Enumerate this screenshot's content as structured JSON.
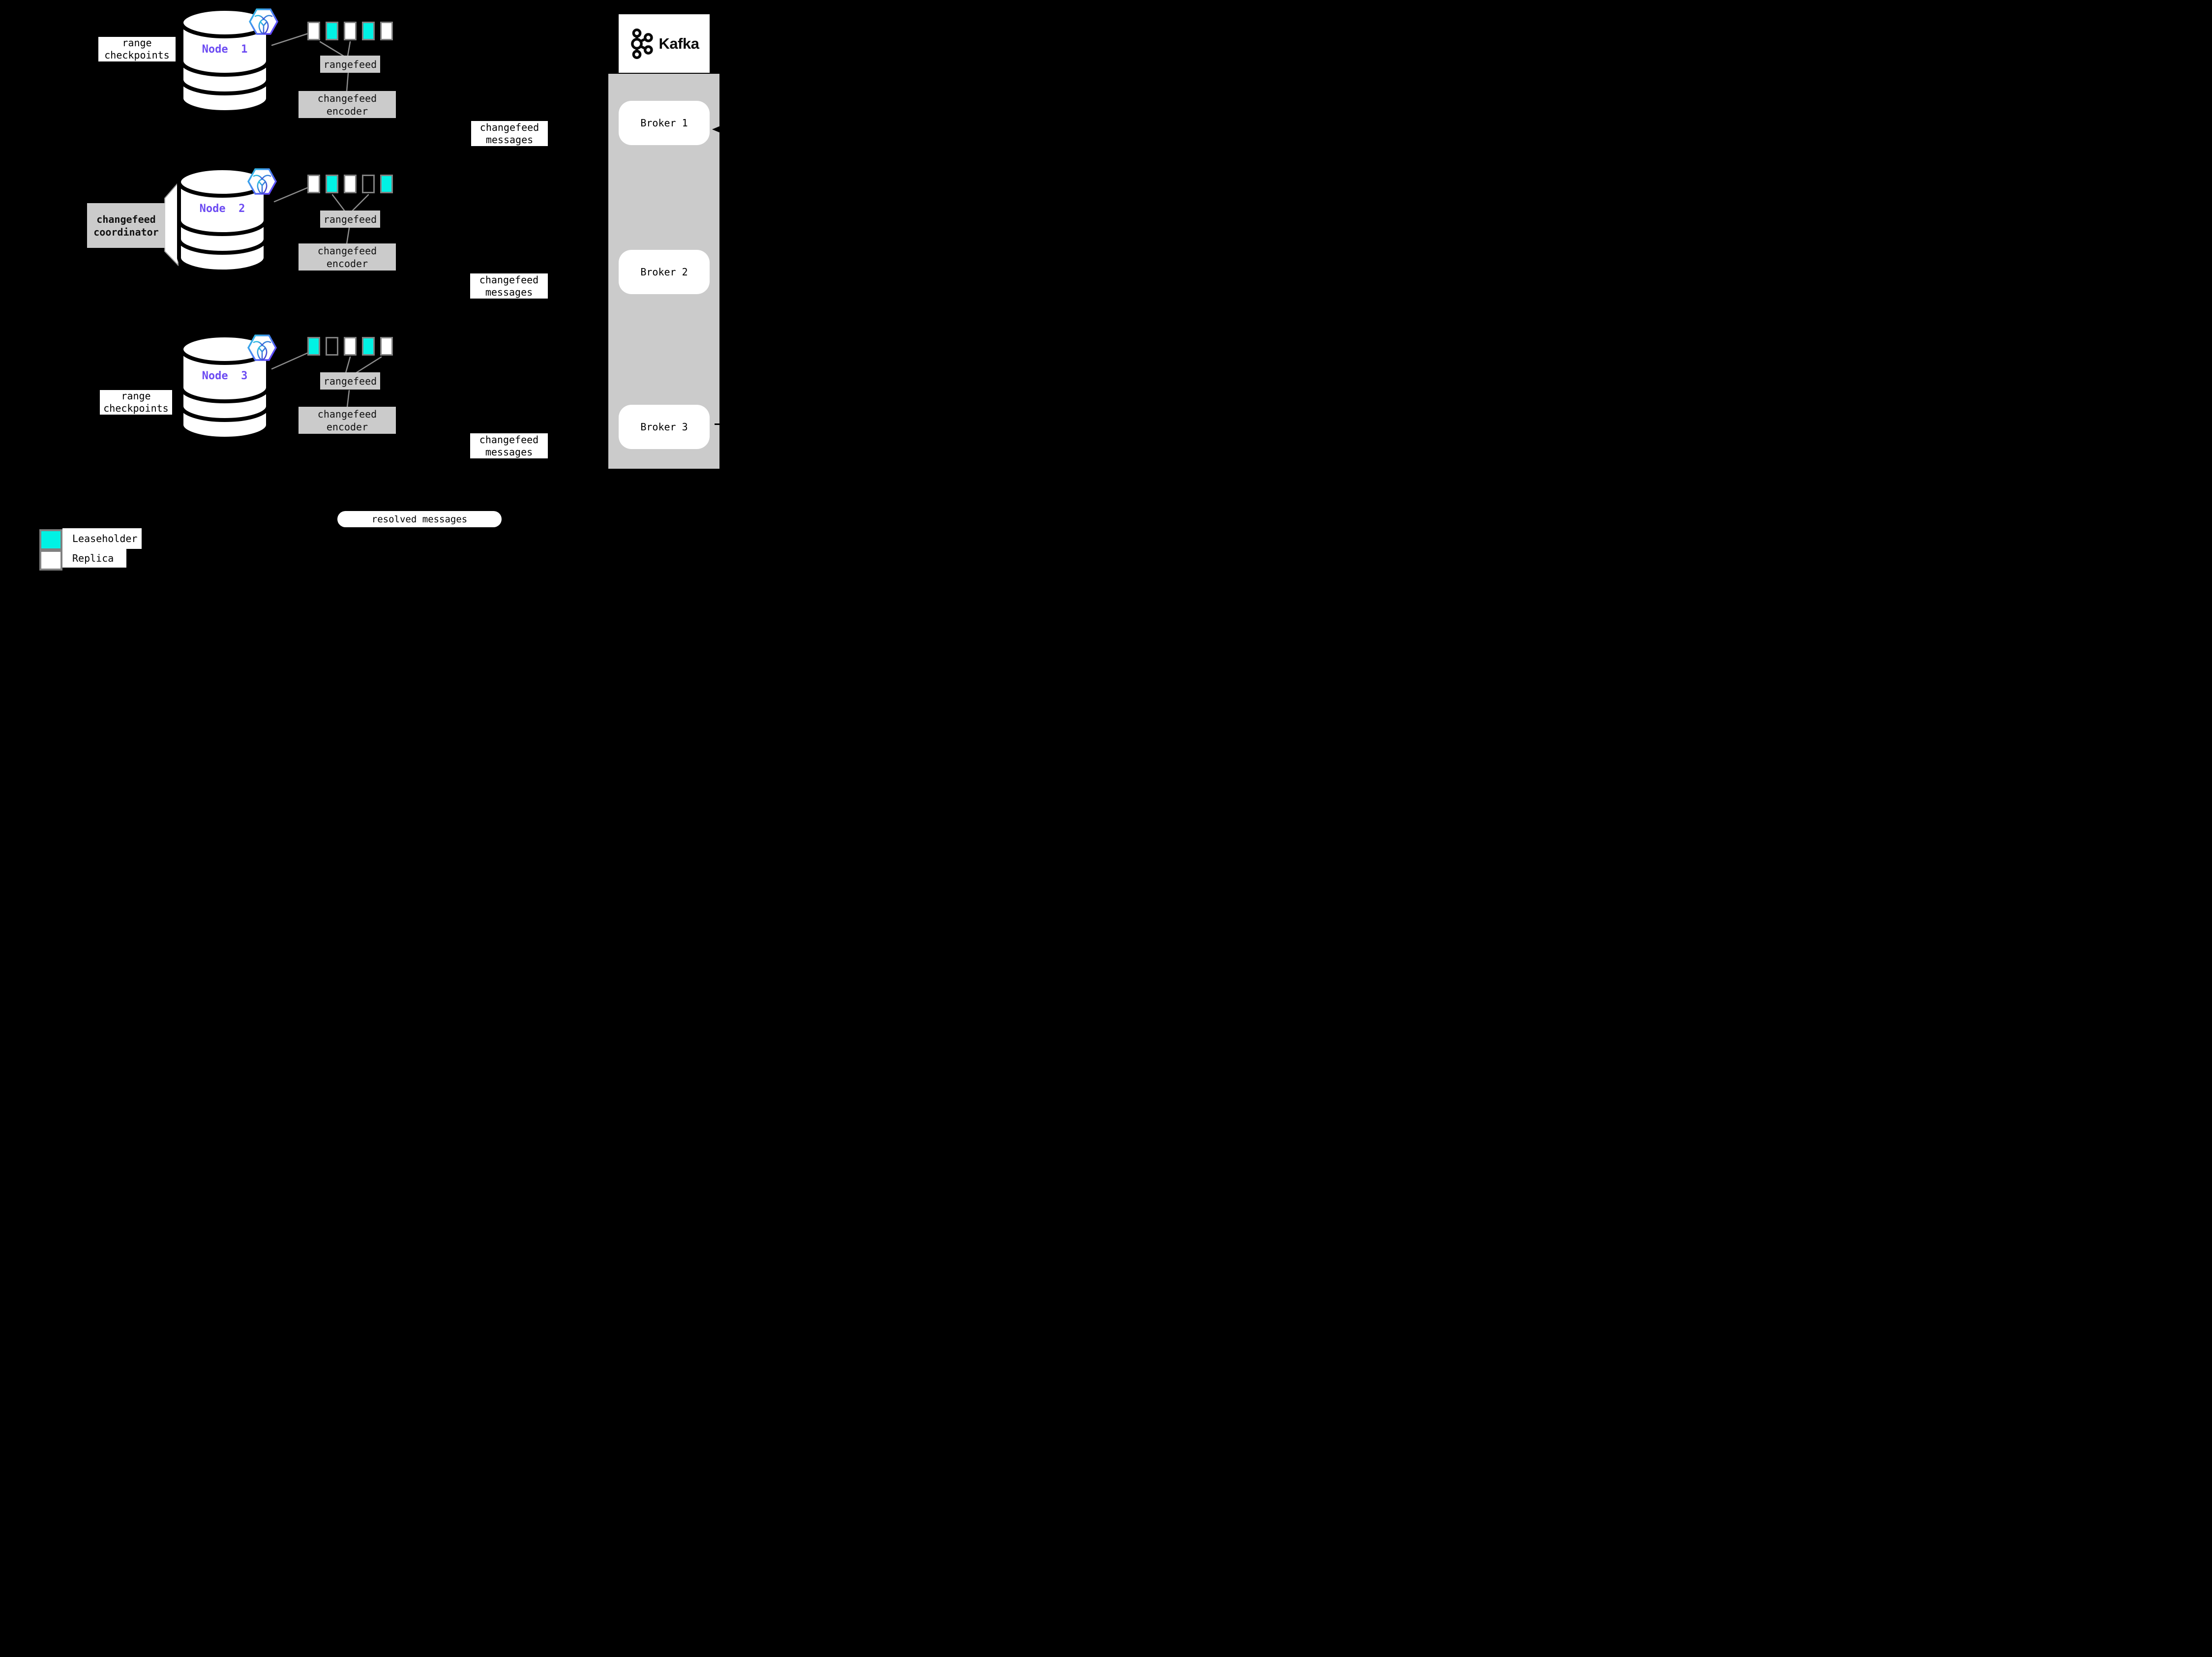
{
  "colors": {
    "background": "#000000",
    "leaseholder": "#00F2E4",
    "replica": "#FFFFFF",
    "empty": "#000000",
    "gray_box": "#CBCBCB",
    "gray_border": "#808080",
    "line": "#8C8C8C",
    "node_label": "#6C4BF2",
    "hex_gradient_start": "#2BC7E4",
    "hex_gradient_end": "#6933FF"
  },
  "nodes": [
    {
      "label": "Node  1",
      "range_label_line1": "range",
      "range_label_line2": "checkpoints",
      "rangefeed": "rangefeed",
      "encoder_line1": "changefeed",
      "encoder_line2": "encoder",
      "squares": [
        "replica",
        "leaseholder",
        "replica",
        "leaseholder",
        "replica"
      ]
    },
    {
      "label": "Node  2",
      "coordinator_line1": "changefeed",
      "coordinator_line2": "coordinator",
      "rangefeed": "rangefeed",
      "encoder_line1": "changefeed",
      "encoder_line2": "encoder",
      "squares": [
        "replica",
        "leaseholder",
        "replica",
        "empty",
        "leaseholder"
      ]
    },
    {
      "label": "Node  3",
      "range_label_line1": "range",
      "range_label_line2": "checkpoints",
      "rangefeed": "rangefeed",
      "encoder_line1": "changefeed",
      "encoder_line2": "encoder",
      "squares": [
        "leaseholder",
        "empty",
        "replica",
        "leaseholder",
        "replica"
      ]
    }
  ],
  "messages": {
    "changefeed_line1": "changefeed",
    "changefeed_line2": "messages",
    "resolved": "resolved messages"
  },
  "kafka": {
    "wordmark": "Kafka",
    "brokers": [
      "Broker 1",
      "Broker 2",
      "Broker 3"
    ]
  },
  "legend": {
    "leaseholder": "Leaseholder",
    "replica": "Replica"
  }
}
